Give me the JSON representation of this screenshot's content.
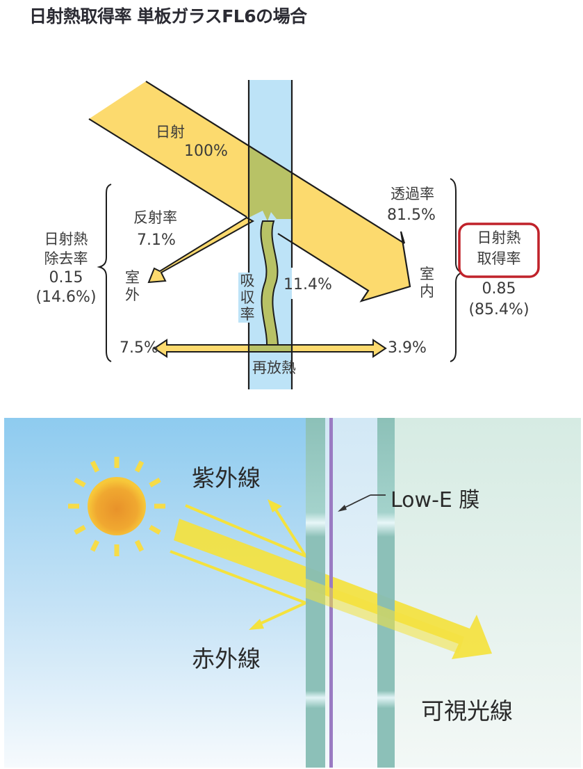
{
  "title": "日射熱取得率 単板ガラスFL6の場合",
  "top_diagram": {
    "incident": {
      "label": "日射",
      "value": "100%"
    },
    "reflection": {
      "label": "反射率",
      "value": "7.1%"
    },
    "transmission": {
      "label": "透過率",
      "value": "81.5%"
    },
    "absorption": {
      "label_chars": [
        "吸",
        "収",
        "率"
      ],
      "value": "11.4%"
    },
    "reradiation": {
      "label": "再放熱",
      "outside_value": "7.5%",
      "inside_value": "3.9%"
    },
    "outdoor": {
      "label_chars": [
        "室",
        "外"
      ]
    },
    "indoor": {
      "label_chars": [
        "室",
        "内"
      ]
    },
    "heat_rejection": {
      "line1": "日射熱",
      "line2": "除去率",
      "value": "0.15",
      "percent": "(14.6%)"
    },
    "heat_gain": {
      "line1": "日射熱",
      "line2": "取得率",
      "value": "0.85",
      "percent": "(85.4%)"
    },
    "colors": {
      "beam": "#fcda6e",
      "glass": "#bde3f7",
      "absorbed": "#b8c266",
      "highlight_box": "#c0222a",
      "outline": "#1c1c1c"
    }
  },
  "bottom_diagram": {
    "uv_label": "紫外線",
    "ir_label": "赤外線",
    "visible_label": "可視光線",
    "lowe_label": "Low-E 膜",
    "colors": {
      "sky_top": "#8ecbef",
      "sky_bottom": "#f2f8fc",
      "indoor": "#dcece6",
      "glass_pane": "#86bdb4",
      "lowe_film": "#9a7bc2",
      "beam": "#f4e23e",
      "sun": "#ee9a2a"
    }
  }
}
